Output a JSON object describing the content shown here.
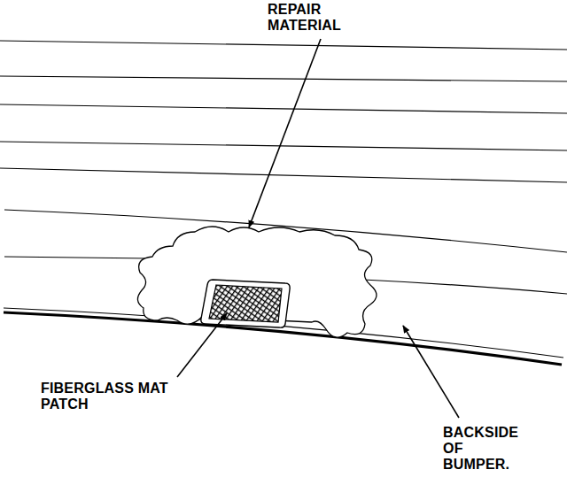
{
  "diagram": {
    "labels": [
      "REPAIR MATERIAL",
      "FIBERGLASS MAT PATCH",
      "BACKSIDE OF BUMPER."
    ]
  }
}
